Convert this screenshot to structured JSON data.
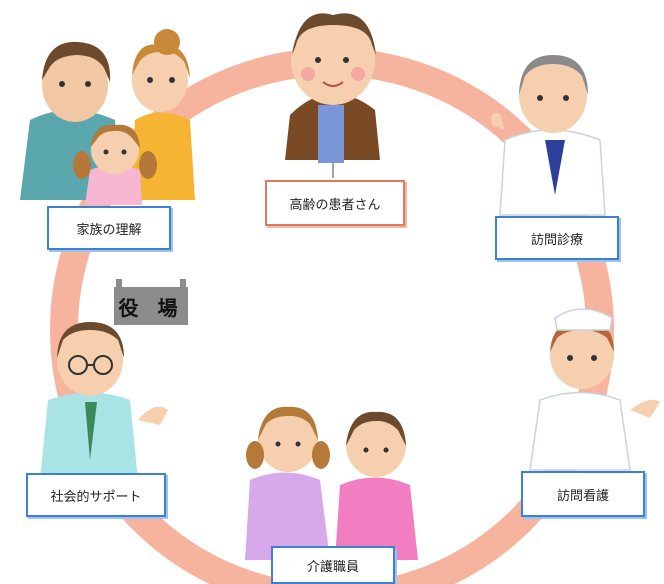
{
  "diagram": {
    "center_label": "高齢の患者さん",
    "labels": {
      "family": "家族の理解",
      "doctor": "訪問診療",
      "nurse": "訪問看護",
      "care": "介護職員",
      "social": "社会的サポート",
      "office": "役 場"
    },
    "colors": {
      "ring": "#f6b49e",
      "box_border": "#3d7fd1",
      "patient_box_border": "#e07a5f"
    }
  }
}
